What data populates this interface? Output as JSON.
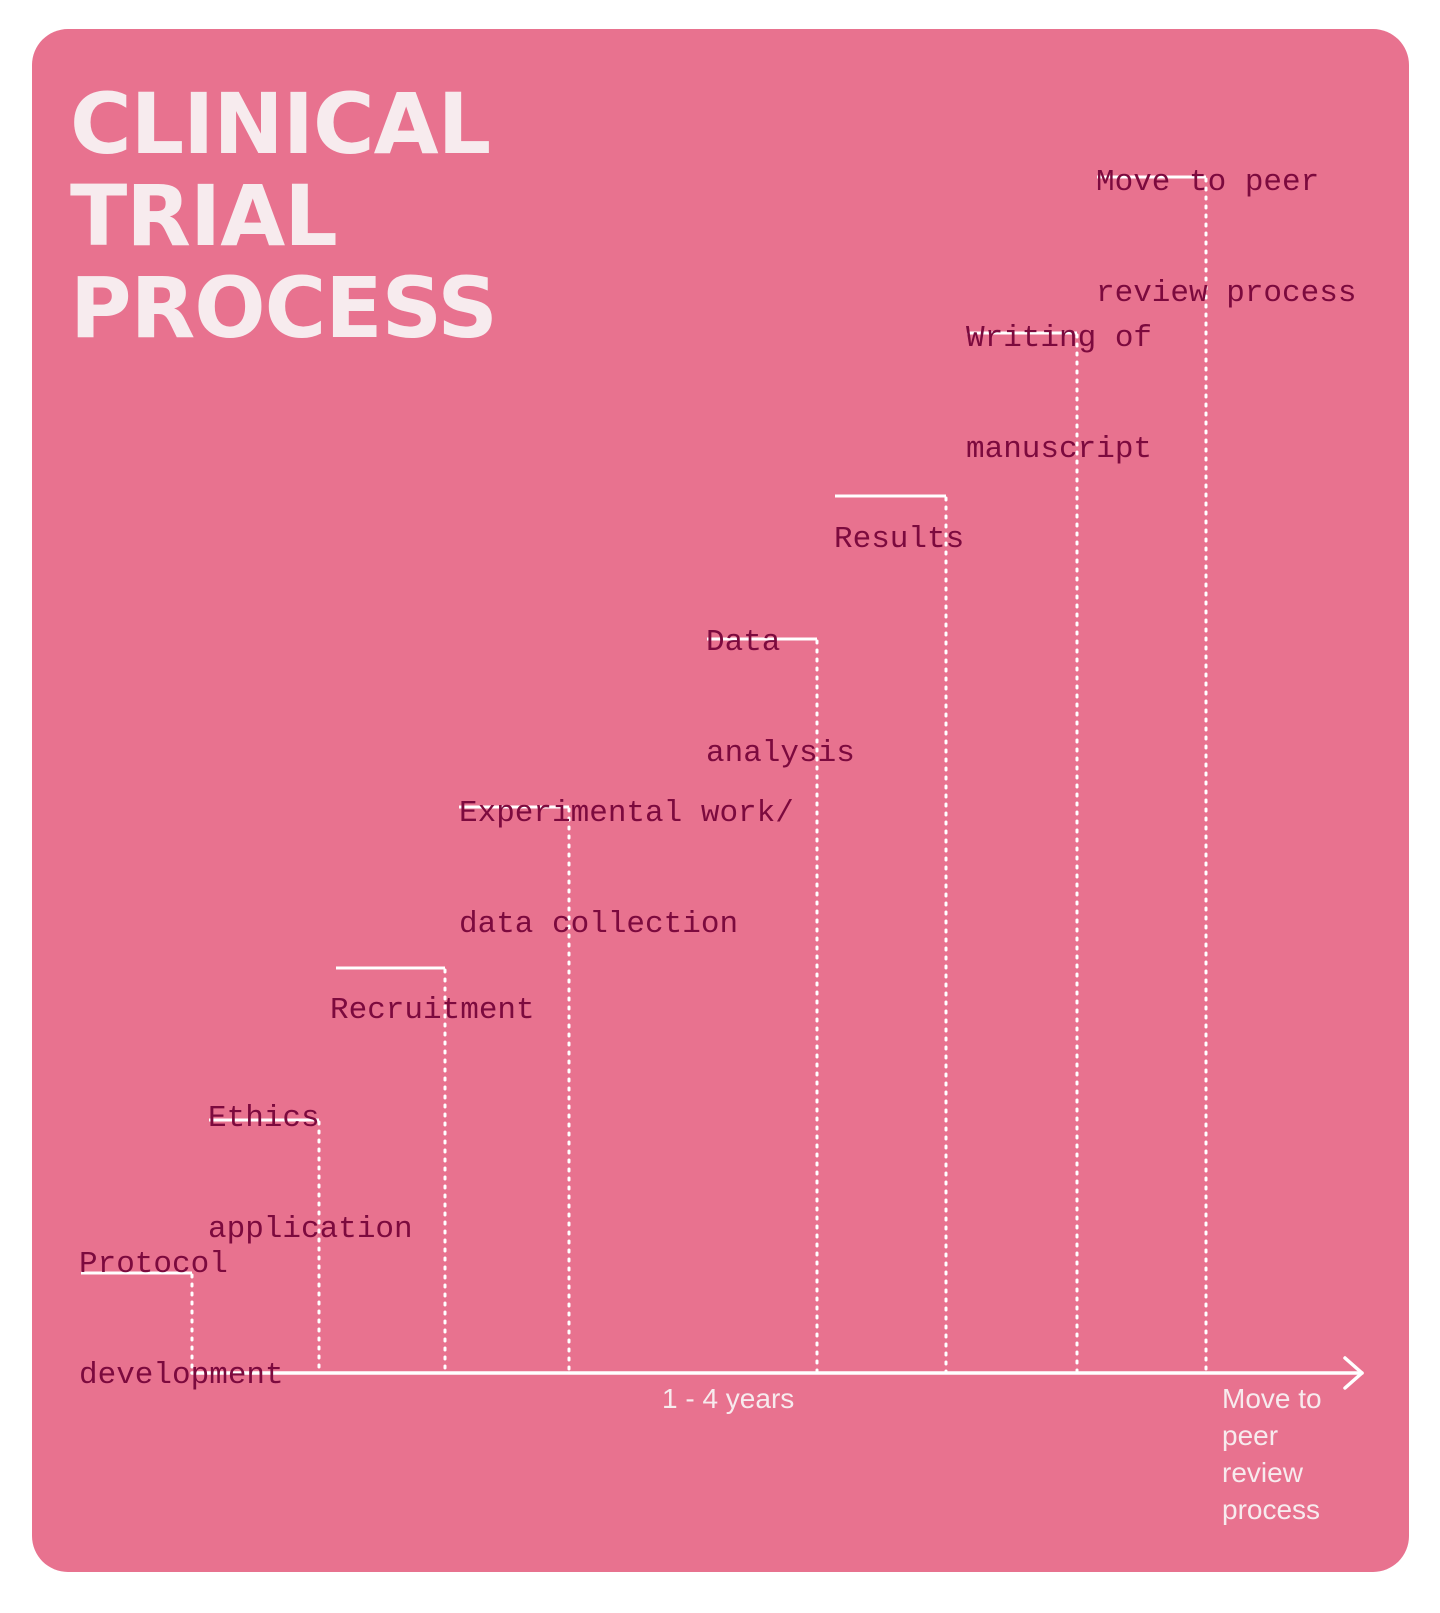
{
  "title": {
    "line1": "CLINICAL",
    "line2": "TRIAL",
    "line3": "PROCESS"
  },
  "steps": [
    {
      "line1": "Protocol",
      "line2": "development"
    },
    {
      "line1": "Ethics",
      "line2": "application"
    },
    {
      "line1": "Recruitment",
      "line2": ""
    },
    {
      "line1": "Experimental work/",
      "line2": "data collection"
    },
    {
      "line1": "Data",
      "line2": "analysis"
    },
    {
      "line1": "Results",
      "line2": ""
    },
    {
      "line1": "Writing of",
      "line2": "manuscript"
    },
    {
      "line1": "Move to peer",
      "line2": "review process"
    }
  ],
  "axis": {
    "duration_label": "1 - 4 years",
    "end_label": [
      "Move to",
      "peer",
      "review",
      "process"
    ]
  },
  "colors": {
    "background": "#e8728f",
    "title": "#f7ebee",
    "step_text": "#7c0a3e",
    "lines": "#ffffff"
  }
}
